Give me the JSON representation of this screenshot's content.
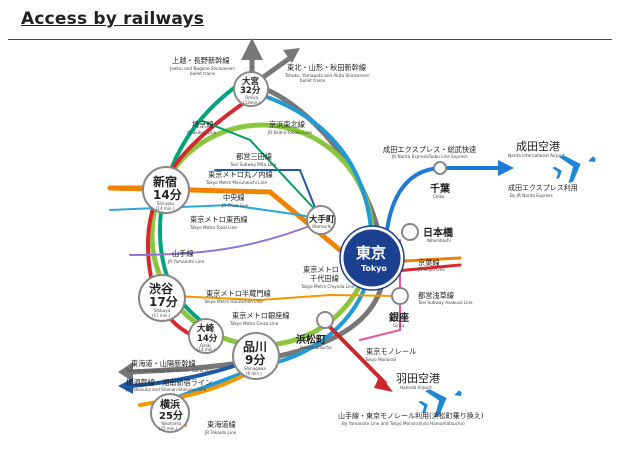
{
  "header": {
    "title": "Access by railways"
  },
  "stations": {
    "omiya": {
      "name": "大宮",
      "time": "32分",
      "en": "Omiya",
      "en_time": "(33min.)"
    },
    "shinjuku": {
      "name": "新宿",
      "time": "14分",
      "en": "Shinjuku",
      "en_time": "(14 min.)"
    },
    "shibuya": {
      "name": "渋谷",
      "time": "17分",
      "en": "Shibuya",
      "en_time": "(17 min.)"
    },
    "osaki": {
      "name": "大崎",
      "time": "14分",
      "en": "Osaki",
      "en_time": "(14 min.)"
    },
    "shinagawa": {
      "name": "品川",
      "time": "9分",
      "en": "Shinagawa",
      "en_time": "(9 min.)"
    },
    "yokohama": {
      "name": "横浜",
      "time": "25分",
      "en": "Yokohama",
      "en_time": "(25 min.)"
    },
    "tokyo": {
      "name": "東京",
      "en": "Tokyo"
    },
    "otemachi": {
      "name": "大手町",
      "en": "Otemachi"
    },
    "nihombashi": {
      "name": "日本橋",
      "en": "Nihombashi"
    },
    "ginza": {
      "name": "銀座",
      "en": "Ginza"
    },
    "hamamatsucho": {
      "name": "浜松町",
      "en": "Hamamatsucho"
    },
    "chiba": {
      "name": "千葉",
      "en": "Chiba"
    }
  },
  "lines": {
    "joetsu": {
      "jp": "上越・長野新幹線",
      "en1": "Joetsu and Nagano Shinkansen",
      "en2": "bullet trains"
    },
    "tohoku": {
      "jp": "東北・山形・秋田新幹線",
      "en1": "Tohoku, Yamagata and Akita Shinkansen",
      "en2": "bullet trains"
    },
    "saikyo": {
      "jp": "埼京線",
      "en": "JR Saikyo Line"
    },
    "keihin": {
      "jp": "京浜東北線",
      "en": "JR Keihin-Tohoku Line"
    },
    "mita": {
      "jp": "都営三田線",
      "en": "Toei Subway Mita Line"
    },
    "marunouchi": {
      "jp": "東京メトロ丸ノ内線",
      "en": "Tokyo Metro Marunouchi Line"
    },
    "chuo": {
      "jp": "中央線",
      "en": "JR Chuo Line"
    },
    "tozai": {
      "jp": "東京メトロ東西線",
      "en": "Tokyo Metro Tozai Line"
    },
    "yamanote": {
      "jp": "山手線",
      "en": "JR Yamanote Line"
    },
    "chiyoda": {
      "jp1": "東京メトロ",
      "jp2": "千代田線",
      "en": "Tokyo Metro Chiyoda Line"
    },
    "hanzomon": {
      "jp": "東京メトロ半蔵門線",
      "en": "Tokyo Metro Hanzomon Line"
    },
    "ginza": {
      "jp": "東京メトロ銀座線",
      "en": "Tokyo Metro Ginza Line"
    },
    "tokaido_shinkansen": {
      "jp": "東海道・山陽新幹線",
      "en": "Tokaido and Sanyo Shinkansen bullet trains"
    },
    "yokosuka": {
      "jp": "横須賀線・湘南新宿ライン",
      "en": "JR Yokosuka and Shonan-Shinjuku Line"
    },
    "tokaido": {
      "jp": "東海道線",
      "en": "JR Tokaido Line"
    },
    "monorail": {
      "jp": "東京モノレール",
      "en": "Tokyo Monorail"
    },
    "sobu": {
      "jp": "成田エクスプレス・総武快速",
      "en": "JR Narita Express/Sobu Line Express"
    },
    "keiyo": {
      "jp": "京葉線",
      "en": "JR Keiyo Line"
    },
    "asakusa": {
      "jp": "都営浅草線",
      "en": "Toei Subway Asakusa Line"
    }
  },
  "airports": {
    "narita": {
      "jp": "成田空港",
      "en": "Narita International Airport",
      "sub_jp": "成田エクスプレス利用",
      "sub_en": "By JR Narita Express"
    },
    "haneda": {
      "jp": "羽田空港",
      "en": "Haneda Airport",
      "sub_jp": "山手線・東京モノレール利用(浜松町乗り換え)",
      "sub_en": "By Yamanote Line and Tokyo Monorail(via Hamamatsucho)"
    }
  },
  "colors": {
    "yamanote": "#8cc63f",
    "keihin": "#1e9ad6",
    "chuo": "#f08300",
    "shinkansen": "#777777",
    "saikyo": "#00a37a",
    "sobu": "#1e7ad6",
    "tokaido": "#f39800",
    "yokosuka": "#1e5aa8",
    "monorail": "#c9282d",
    "station_tokyo": "#1d3f8f",
    "plane": "#1e88d6"
  }
}
